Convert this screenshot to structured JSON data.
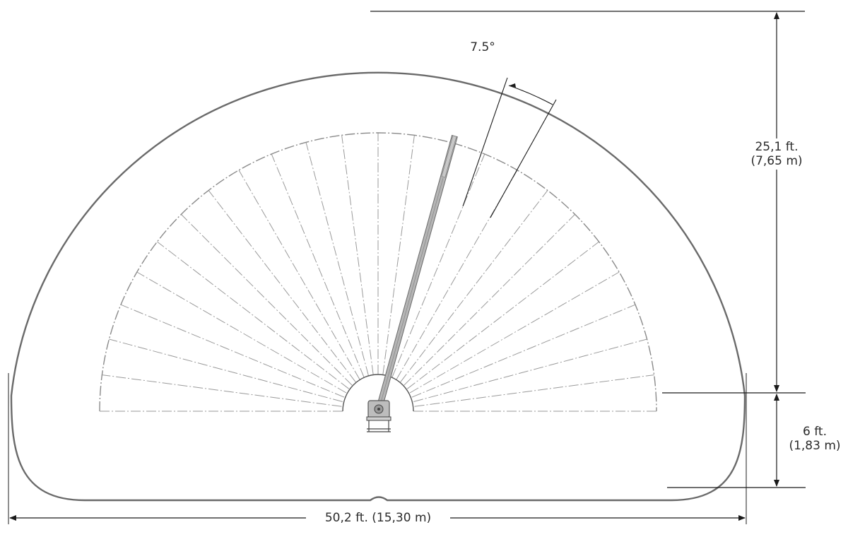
{
  "angle_label": "7.5°",
  "dimensions": {
    "width_total": "50,2 ft. (15,30 m)",
    "radius": {
      "imperial": "25,1 ft.",
      "metric": "(7,65 m)"
    },
    "offset": {
      "imperial": "6 ft.",
      "metric": "(1,83 m)"
    }
  },
  "colors": {
    "outline": "#6a6a6a",
    "sweep": "#9a9a9a",
    "dimension_line": "#1a1a1a",
    "boom": "#a9a9a9"
  }
}
